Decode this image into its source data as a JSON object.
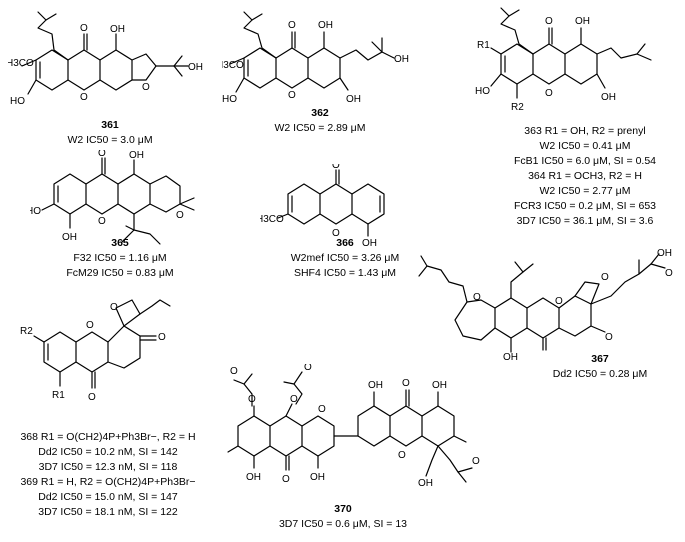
{
  "compounds": [
    {
      "id": "361",
      "caption_lines": [
        {
          "text": "W2 IC50 = 3.0 μM"
        }
      ],
      "atom_labels": [
        "OH",
        "O",
        "H3CO",
        "HO",
        "O",
        "O",
        "OH"
      ]
    },
    {
      "id": "362",
      "caption_lines": [
        {
          "text": "W2 IC50 = 2.89 μM"
        }
      ],
      "atom_labels": [
        "OH",
        "O",
        "H3CO",
        "HO",
        "O",
        "OH",
        "OH"
      ]
    },
    {
      "id": "363",
      "caption_lines": [
        {
          "text": "363 R1 = OH, R2 = prenyl"
        },
        {
          "text": "W2 IC50 = 0.41 μM"
        },
        {
          "text": "FcB1 IC50 = 6.0 μM, SI = 0.54"
        },
        {
          "text": "364 R1 = OCH3, R2 = H"
        },
        {
          "text": "W2 IC50 = 2.77 μM"
        },
        {
          "text": "FCR3 IC50 = 0.2 μM, SI = 653"
        },
        {
          "text": "3D7 IC50 = 36.1 μM, SI = 3.6"
        }
      ],
      "atom_labels": [
        "O",
        "OH",
        "R1",
        "HO",
        "R2",
        "O",
        "OH"
      ]
    },
    {
      "id": "365",
      "caption_lines": [
        {
          "text": "F32 IC50 = 1.16 μM"
        },
        {
          "text": "FcM29 IC50 = 0.83 μM"
        }
      ],
      "atom_labels": [
        "O",
        "OH",
        "HO",
        "OH",
        "O",
        "O"
      ]
    },
    {
      "id": "366",
      "caption_lines": [
        {
          "text": "W2mef IC50 = 3.26 μM"
        },
        {
          "text": "SHF4 IC50 = 1.43 μM"
        }
      ],
      "atom_labels": [
        "O",
        "H3CO",
        "O",
        "OH"
      ]
    },
    {
      "id": "367",
      "caption_lines": [
        {
          "text": "Dd2 IC50 = 0.28 μM"
        }
      ],
      "atom_labels": [
        "OH",
        "O",
        "O",
        "O",
        "O",
        "OH",
        "O"
      ]
    },
    {
      "id": "368",
      "caption_lines": [
        {
          "text": "368 R1 = O(CH2)4P+Ph3Br−, R2 = H"
        },
        {
          "text": "Dd2 IC50 = 10.2 nM, SI = 142"
        },
        {
          "text": "3D7 IC50 = 12.3 nM, SI = 118"
        },
        {
          "text": "369 R1 = H, R2 = O(CH2)4P+Ph3Br−"
        },
        {
          "text": "Dd2 IC50 = 15.0 nM, SI = 147"
        },
        {
          "text": "3D7 IC50 = 18.1 nM, SI = 122"
        }
      ],
      "atom_labels": [
        "R2",
        "O",
        "O",
        "O",
        "O",
        "R1"
      ]
    },
    {
      "id": "370",
      "caption_lines": [
        {
          "text": "3D7 IC50 = 0.6 μM, SI = 13"
        }
      ],
      "atom_labels": [
        "O",
        "O",
        "O",
        "O",
        "OH",
        "O",
        "OH",
        "O",
        "O",
        "OH",
        "OH",
        "OH",
        "O",
        "O"
      ]
    }
  ]
}
